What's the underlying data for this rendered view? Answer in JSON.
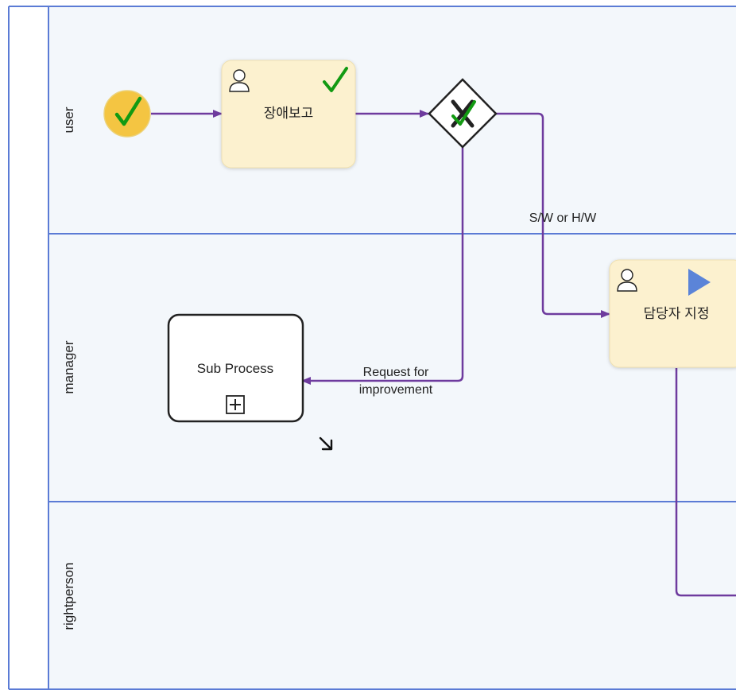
{
  "pool": {
    "lanes": [
      {
        "id": "user",
        "label": "user"
      },
      {
        "id": "manager",
        "label": "manager"
      },
      {
        "id": "rightperson",
        "label": "rightperson"
      }
    ]
  },
  "tasks": {
    "report_fault": {
      "label": "장애보고",
      "icon": "user-icon",
      "status": "completed-check-icon"
    },
    "assign_person": {
      "label": "담당자 지정",
      "icon": "user-icon",
      "status": "running-play-icon"
    },
    "sub_process": {
      "label": "Sub Process",
      "marker": "expand-plus-icon"
    }
  },
  "events": {
    "start": {
      "status": "completed-check-icon"
    }
  },
  "gateway": {
    "type": "exclusive-x-icon",
    "status": "completed-check-icon"
  },
  "flows": {
    "hw_sw_label": "S/W or H/W",
    "improvement_label_line1": "Request for",
    "improvement_label_line2": "improvement"
  },
  "resize_handle": "resize-arrow-icon",
  "colors": {
    "flow": "#6e3b9e",
    "lane_border": "#5b7bd5",
    "lane_bg": "#f3f7fb",
    "task_fill": "#fcf1cf",
    "start_fill": "#f4c542",
    "check_green": "#129a12",
    "play_blue": "#5b84d8"
  }
}
